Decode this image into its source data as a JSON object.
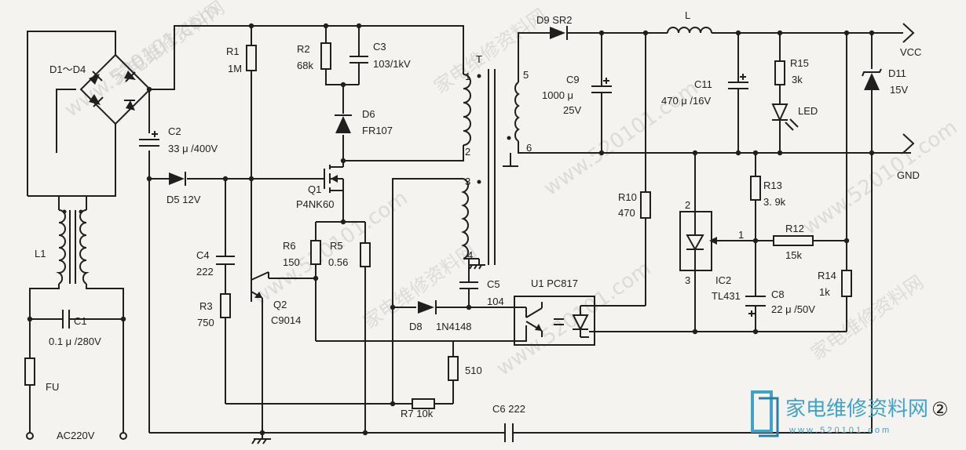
{
  "watermarks": {
    "url": "www.520101.com",
    "cn": "家电维修资料网"
  },
  "logo": {
    "text": "家电维修资料网",
    "subtext": "w w w . 5 2 0 1 0 1 . c o m",
    "color": "#3fa3c8"
  },
  "figure_number": "②",
  "labels": {
    "D1D4": "D1～D4",
    "L1": "L1",
    "C1": "C1",
    "C1v": "0.1 μ /280V",
    "FU": "FU",
    "AC": "AC220V",
    "C2": "C2",
    "C2v": "33 μ /400V",
    "D5": "D5  12V",
    "R1": "R1",
    "R1v": "1M",
    "R2": "R2",
    "R2v": "68k",
    "C3": "C3",
    "C3v": "103/1kV",
    "D6": "D6",
    "D6v": "FR107",
    "Q1": "Q1",
    "Q1v": "P4NK60",
    "C4": "C4",
    "C4v": "222",
    "R3": "R3",
    "R3v": "750",
    "R6": "R6",
    "R6v": "150",
    "R5": "R5",
    "R5v": "0.56",
    "Q2": "Q2",
    "Q2v": "C9014",
    "D8": "D8",
    "D8v": "1N4148",
    "C5": "C5",
    "C5v": "104",
    "R510": "510",
    "R7": "R7  10k",
    "C6": "C6  222",
    "T": "T",
    "p1": "1",
    "p2": "2",
    "p3": "3",
    "p4": "4",
    "p5": "5",
    "p6": "6",
    "D9": "D9  SR2",
    "C9": "C9",
    "C9v": "1000 μ",
    "C9v2": "25V",
    "L": "L",
    "C11": "C11",
    "C11v": "470 μ /16V",
    "R15": "R15",
    "R15v": "3k",
    "LED": "LED",
    "D11": "D11",
    "D11v": "15V",
    "VCC": "VCC",
    "GND": "GND",
    "R10": "R10",
    "R10v": "470",
    "U1": "U1  PC817",
    "R13": "R13",
    "R13v": "3. 9k",
    "R12": "R12",
    "R12v": "15k",
    "IC2": "IC2",
    "IC2v": "TL431",
    "ic2p1": "1",
    "ic2p2": "2",
    "ic2p3": "3",
    "C8": "C8",
    "C8v": "22 μ /50V",
    "R14": "R14",
    "R14v": "1k"
  }
}
